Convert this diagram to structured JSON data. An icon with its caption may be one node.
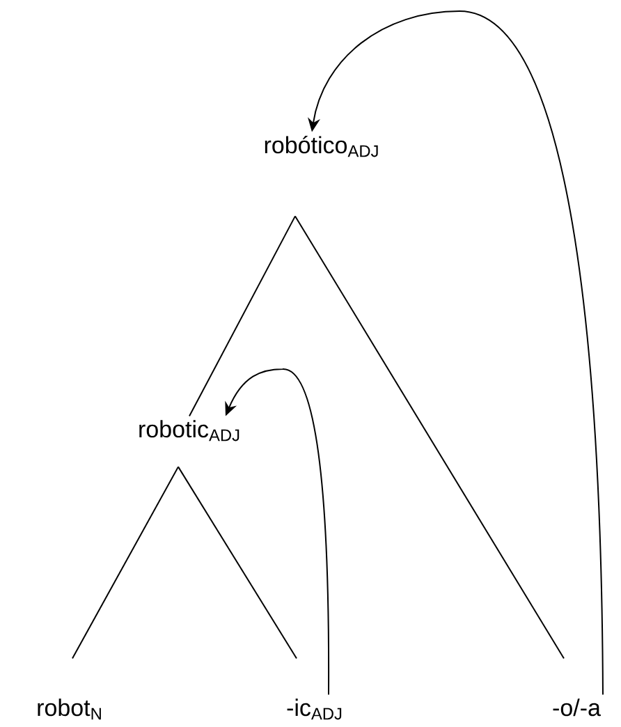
{
  "diagram": {
    "nodes": [
      {
        "text": [
          "robótico$_{ADJ}$"
        ]
      },
      {
        "text": [
          "robotic$_{ADJ}$"
        ]
      },
      {
        "text": [
          "robot$_{N}$"
        ]
      },
      {
        "text": [
          "-ic$_{ADJ}$"
        ]
      },
      {
        "text": [
          "-o/-a"
        ]
      }
    ],
    "edges": [
      {
        "from": 0,
        "to": 1,
        "arrow": "none"
      },
      {
        "from": 0,
        "to": 4,
        "arrow": "none"
      },
      {
        "from": 1,
        "to": 2,
        "arrow": "none"
      },
      {
        "from": 1,
        "to": 3,
        "arrow": "none"
      },
      {
        "from": 4,
        "to": 0,
        "arrow": "to"
      },
      {
        "from": 3,
        "to": 1,
        "arrow": "to"
      }
    ]
  }
}
